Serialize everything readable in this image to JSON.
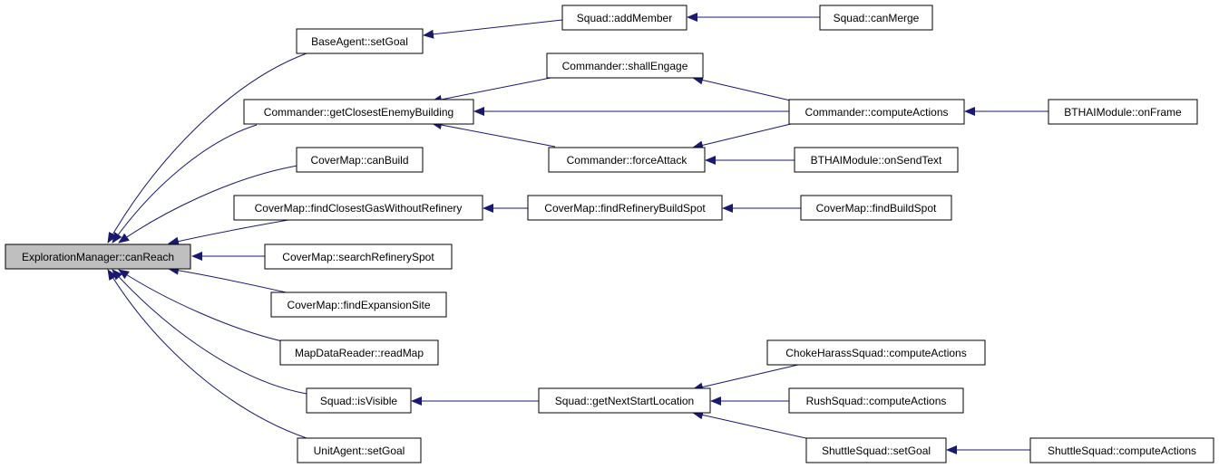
{
  "graph": {
    "edge_color": "#191970",
    "current_node_fill": "#bfbfbf",
    "nodes": {
      "exploration_can_reach": "ExplorationManager::canReach",
      "baseagent_setgoal": "BaseAgent::setGoal",
      "squad_addmember": "Squad::addMember",
      "squad_canmerge": "Squad::canMerge",
      "commander_shallengage": "Commander::shallEngage",
      "commander_getclosest": "Commander::getClosestEnemyBuilding",
      "commander_computeactions": "Commander::computeActions",
      "bthai_onframe": "BTHAIModule::onFrame",
      "commander_forceattack": "Commander::forceAttack",
      "bthai_onsendtext": "BTHAIModule::onSendText",
      "covermap_canbuild": "CoverMap::canBuild",
      "covermap_findclosestgas": "CoverMap::findClosestGasWithoutRefinery",
      "covermap_findrefinerybuildspot": "CoverMap::findRefineryBuildSpot",
      "covermap_findbuildspot": "CoverMap::findBuildSpot",
      "covermap_searchrefineryspot": "CoverMap::searchRefinerySpot",
      "covermap_findexpansionsite": "CoverMap::findExpansionSite",
      "mapdatareader_readmap": "MapDataReader::readMap",
      "squad_isvisible": "Squad::isVisible",
      "squad_getnextstartlocation": "Squad::getNextStartLocation",
      "chokeharass_computeactions": "ChokeHarassSquad::computeActions",
      "rushsquad_computeactions": "RushSquad::computeActions",
      "shuttlesquad_setgoal": "ShuttleSquad::setGoal",
      "shuttlesquad_computeactions": "ShuttleSquad::computeActions",
      "unitagent_setgoal": "UnitAgent::setGoal"
    }
  }
}
